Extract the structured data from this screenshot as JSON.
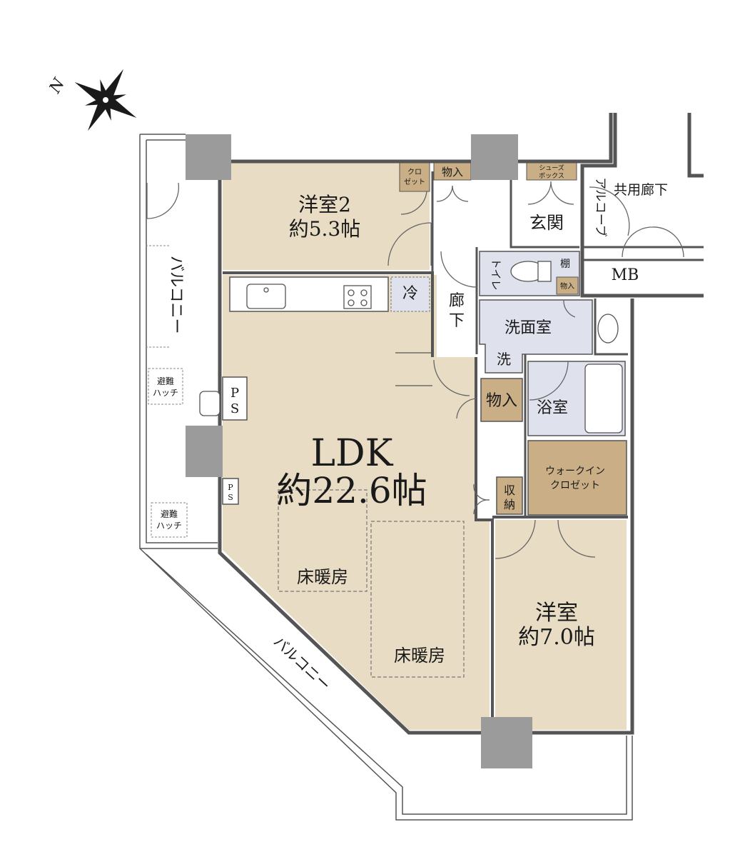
{
  "compass": {
    "label": "N"
  },
  "rooms": {
    "western2": {
      "name": "洋室2",
      "size": "約5.3帖"
    },
    "ldk": {
      "name": "LDK",
      "size": "約22.6帖"
    },
    "western": {
      "name": "洋室",
      "size": "約7.0帖"
    },
    "closet": {
      "line1": "クロ",
      "line2": "ゼット"
    },
    "storage_top": "物入",
    "shoes_box": {
      "line1": "シューズ",
      "line2": "ボックス"
    },
    "genkan": "玄関",
    "common_corridor": "共用廊下",
    "alcove": "アルコーブ",
    "mb": "MB",
    "toilet": "トイレ",
    "shelf": "棚",
    "storage_small": "物入",
    "fridge": "冷",
    "corridor": "廊下",
    "washroom": "洗面室",
    "washer": "洗",
    "storage_mid": "物入",
    "bathroom": "浴室",
    "walkin": {
      "line1": "ウォークイン",
      "line2": "クロゼット"
    },
    "shuno": {
      "line1": "収",
      "line2": "納"
    },
    "ps1": {
      "line1": "P",
      "line2": "S"
    },
    "ps2": {
      "line1": "P",
      "line2": "S"
    },
    "floor_heating_1": "床暖房",
    "floor_heating_2": "床暖房"
  },
  "balcony": {
    "west": "バルコニー",
    "south": "バルコニー",
    "hatch1": {
      "line1": "避難",
      "line2": "ハッチ"
    },
    "hatch2": {
      "line1": "避難",
      "line2": "ハッチ"
    }
  },
  "colors": {
    "room_fill": "#e8dcc4",
    "storage_fill": "#c9ae86",
    "wet_fill": "#dfe1ec",
    "pillar": "#9b9b9b",
    "wall": "#555555"
  }
}
